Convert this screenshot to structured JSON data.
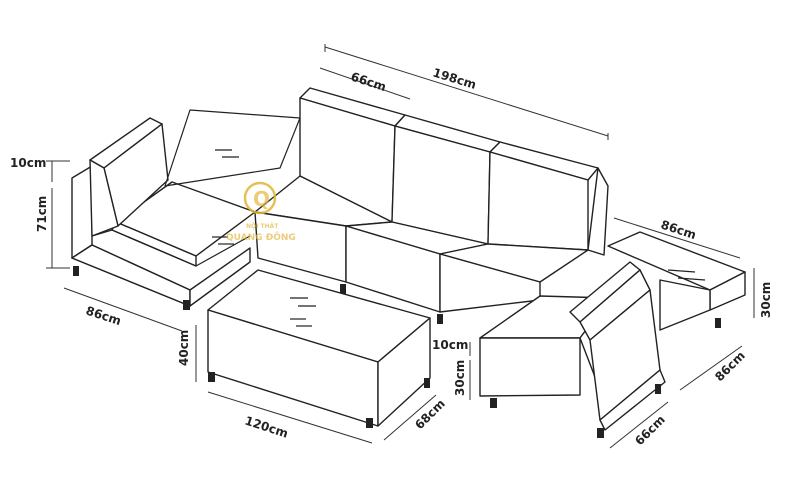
{
  "dimensions": {
    "sofa_total_length": "198cm",
    "seat_module_width": "66cm",
    "chaise_length": "86cm",
    "back_top_thickness": "10cm",
    "back_height": "71cm",
    "corner_depth": "86cm",
    "table_height": "40cm",
    "table_length": "120cm",
    "table_depth": "68cm",
    "arm_thickness": "10cm",
    "seat_height": "30cm",
    "ottoman_height": "30cm",
    "ottoman_depth": "86cm",
    "ottoman_width": "66cm"
  },
  "logo": {
    "letter": "Q",
    "line1": "NỘI THẤT",
    "line2": "QUANG ĐÔNG",
    "color": "#e0b63a"
  }
}
